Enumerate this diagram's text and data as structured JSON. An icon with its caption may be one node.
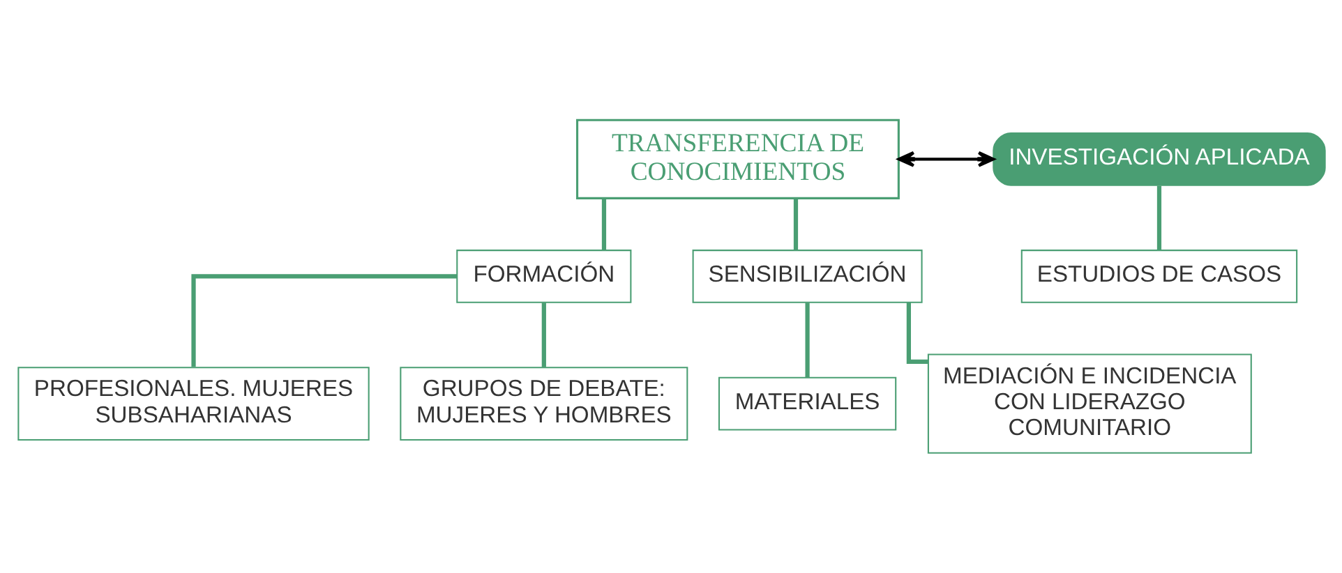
{
  "diagram": {
    "nodes": [
      {
        "text": [
          "TRANSFERENCIA DE CONOCIMIENTOS"
        ]
      },
      {
        "text": [
          "INVESTIGACIÓN APLICADA"
        ]
      },
      {
        "text": [
          "FORMACIÓN"
        ]
      },
      {
        "text": [
          "SENSIBILIZACIÓN"
        ]
      },
      {
        "text": [
          "ESTUDIOS DE CASOS"
        ]
      },
      {
        "text": [
          "PROFESIONALES. MUJERES SUBSAHARIANAS"
        ]
      },
      {
        "text": [
          "GRUPOS DE DEBATE: MUJERES Y HOMBRES"
        ]
      },
      {
        "text": [
          "MATERIALES"
        ]
      },
      {
        "text": [
          "MEDIACIÓN E INCIDENCIA CON LIDERAZGO COMUNITARIO"
        ]
      }
    ],
    "edges": [
      {
        "from": 0,
        "to": 1,
        "arrow": "both",
        "color": "#000000"
      },
      {
        "from": 0,
        "to": 2,
        "arrow": "none"
      },
      {
        "from": 0,
        "to": 3,
        "arrow": "none"
      },
      {
        "from": 1,
        "to": 4,
        "arrow": "none"
      },
      {
        "from": 2,
        "to": 5,
        "arrow": "none"
      },
      {
        "from": 2,
        "to": 6,
        "arrow": "none"
      },
      {
        "from": 3,
        "to": 7,
        "arrow": "none"
      },
      {
        "from": 3,
        "to": 8,
        "arrow": "none"
      }
    ]
  }
}
